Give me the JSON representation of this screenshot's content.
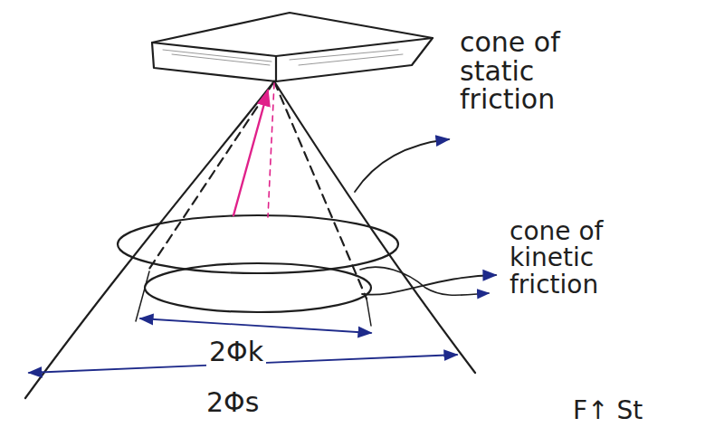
{
  "diagram": {
    "labels": [
      "cone of static friction",
      "cone of kinetic friction",
      "2Φk",
      "2Φs",
      "F↑ St"
    ]
  }
}
